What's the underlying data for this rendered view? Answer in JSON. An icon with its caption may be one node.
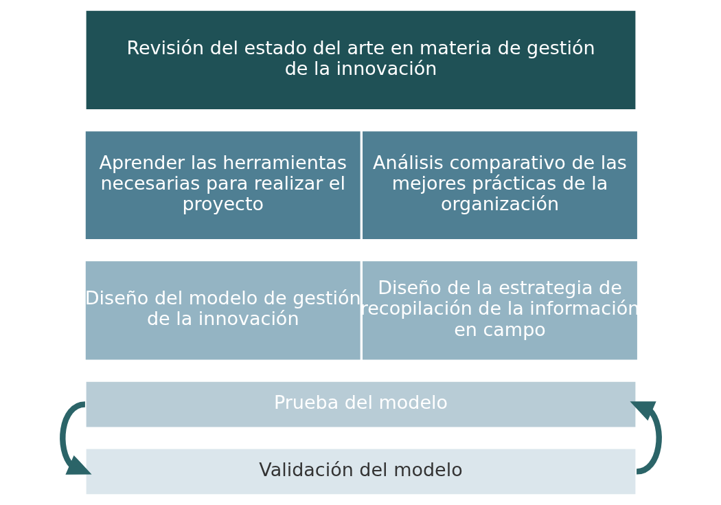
{
  "diagram": {
    "nodes": [
      {
        "text": [
          "Revisión del estado del arte en materia de gestión de la innovación"
        ]
      },
      {
        "text": [
          "Aprender las herramientas necesarias para realizar el proyecto"
        ]
      },
      {
        "text": [
          "Análisis comparativo de las mejores prácticas de la organización"
        ]
      },
      {
        "text": [
          "Diseño del modelo de gestión de la innovación"
        ]
      },
      {
        "text": [
          "Diseño de la estrategia de recopilación de la información en campo"
        ]
      },
      {
        "text": [
          "Prueba del modelo"
        ]
      },
      {
        "text": [
          "Validación del modelo"
        ]
      }
    ],
    "edges": [
      {
        "from": 5,
        "to": 6,
        "arrow": "to"
      },
      {
        "from": 6,
        "to": 5,
        "arrow": "to"
      }
    ]
  }
}
